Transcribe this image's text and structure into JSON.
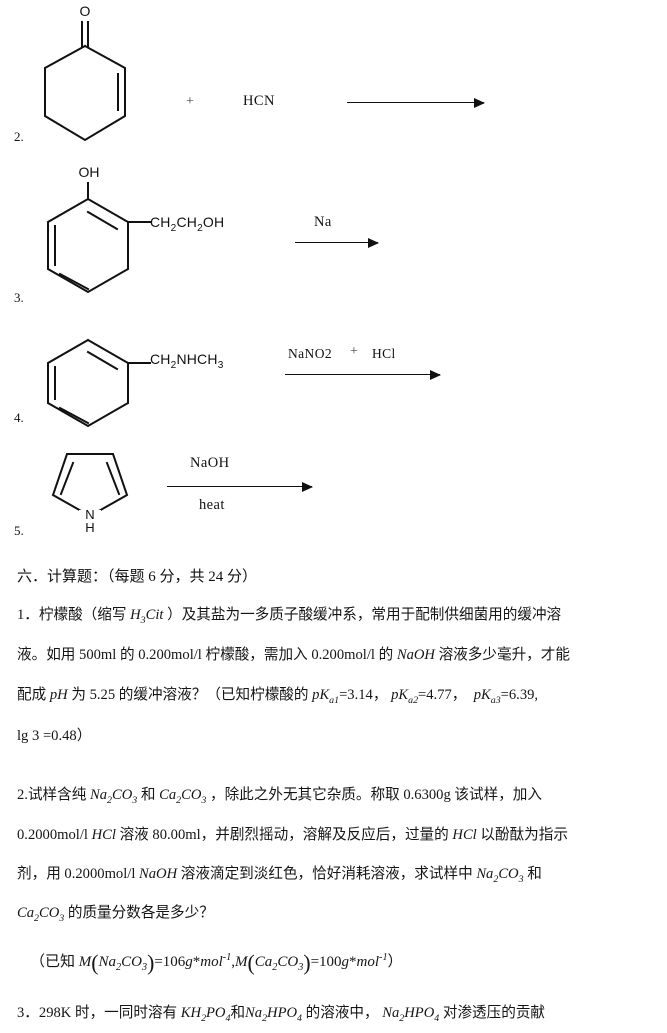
{
  "document": {
    "type": "chemistry-exam-page",
    "language": "zh-CN"
  },
  "reactions": [
    {
      "number": "2.",
      "substrate_name": "cyclohex-2-en-1-one",
      "substrate_labels": {
        "carbonyl_oxygen": "O"
      },
      "plus": "+",
      "reagents_above": "HCN",
      "arrow": "reaction-arrow"
    },
    {
      "number": "3.",
      "substrate_name": "2-(2-hydroxyethyl)phenol",
      "substrate_labels": {
        "hydroxyl": "OH",
        "side_chain": "CH2CH2OH"
      },
      "reagents_above": "Na",
      "arrow": "reaction-arrow"
    },
    {
      "number": "4.",
      "substrate_name": "N-methylbenzylamine",
      "substrate_labels": {
        "side_chain": "CH2NHCH3"
      },
      "reagents_above": "NaNO2",
      "reagents_plus": "+",
      "reagents_above_2": "HCl",
      "arrow": "reaction-arrow"
    },
    {
      "number": "5.",
      "substrate_name": "pyrrole",
      "substrate_labels": {
        "nitrogen": "N",
        "nh_hydrogen": "H"
      },
      "reagents_above": "NaOH",
      "reagents_below": "heat",
      "arrow": "reaction-arrow"
    }
  ],
  "section": {
    "heading": "六．计算题：（每题 6 分，共 24 分）"
  },
  "questions": [
    {
      "number": "1.",
      "lines": [
        {
          "segments": [
            {
              "t": "1．柠檬酸（缩写 "
            },
            {
              "t": "H",
              "style": "italic"
            },
            {
              "t": "3",
              "style": "sub-italic"
            },
            {
              "t": "Cit",
              "style": "italic"
            },
            {
              "t": " ）及其盐为一多质子酸缓冲系，常用于配制供细菌用的缓冲溶"
            }
          ]
        },
        {
          "segments": [
            {
              "t": "液。如用 500ml 的 0.200mol/l 柠檬酸，需加入 0.200mol/l 的 "
            },
            {
              "t": "NaOH",
              "style": "italic"
            },
            {
              "t": " 溶液多少毫升，才能"
            }
          ]
        },
        {
          "segments": [
            {
              "t": "配成 "
            },
            {
              "t": "pH",
              "style": "italic"
            },
            {
              "t": " 为 5.25 的缓冲溶液？（已知柠檬酸的 "
            },
            {
              "t": "pK",
              "style": "italic"
            },
            {
              "t": "a1",
              "style": "sub-italic"
            },
            {
              "t": "=3.14，  "
            },
            {
              "t": "pK",
              "style": "italic"
            },
            {
              "t": "a2",
              "style": "sub-italic"
            },
            {
              "t": "=4.77，   "
            },
            {
              "t": "pK",
              "style": "italic"
            },
            {
              "t": "a3",
              "style": "sub-italic"
            },
            {
              "t": "=6.39,"
            }
          ]
        },
        {
          "segments": [
            {
              "t": "lg 3 =0.48）"
            }
          ]
        }
      ]
    },
    {
      "number": "2.",
      "lines": [
        {
          "segments": [
            {
              "t": "2.试样含纯 "
            },
            {
              "t": "Na",
              "style": "italic"
            },
            {
              "t": "2",
              "style": "sub-italic"
            },
            {
              "t": "CO",
              "style": "italic"
            },
            {
              "t": "3",
              "style": "sub-italic"
            },
            {
              "t": " 和 "
            },
            {
              "t": "Ca",
              "style": "italic"
            },
            {
              "t": "2",
              "style": "sub-italic"
            },
            {
              "t": "CO",
              "style": "italic"
            },
            {
              "t": "3",
              "style": "sub-italic"
            },
            {
              "t": " ，除此之外无其它杂质。称取 0.6300g 该试样，加入"
            }
          ]
        },
        {
          "segments": [
            {
              "t": "0.2000mol/l "
            },
            {
              "t": "HCl",
              "style": "italic"
            },
            {
              "t": " 溶液 80.00ml，并剧烈摇动，溶解及反应后，过量的 "
            },
            {
              "t": "HCl",
              "style": "italic"
            },
            {
              "t": " 以酚酞为指示"
            }
          ]
        },
        {
          "segments": [
            {
              "t": "剂，用 0.2000mol/l "
            },
            {
              "t": "NaOH",
              "style": "italic"
            },
            {
              "t": " 溶液滴定到淡红色，恰好消耗溶液，求试样中 "
            },
            {
              "t": "Na",
              "style": "italic"
            },
            {
              "t": "2",
              "style": "sub-italic"
            },
            {
              "t": "CO",
              "style": "italic"
            },
            {
              "t": "3",
              "style": "sub-italic"
            },
            {
              "t": " 和"
            }
          ]
        },
        {
          "segments": [
            {
              "t": "Ca",
              "style": "italic"
            },
            {
              "t": "2",
              "style": "sub-italic"
            },
            {
              "t": "CO",
              "style": "italic"
            },
            {
              "t": "3",
              "style": "sub-italic"
            },
            {
              "t": " 的质量分数各是多少？"
            }
          ]
        }
      ],
      "given_formula": "（已知 M ( Na2CO3 ) =106g * mol^-1 , M ( Ca2CO3 ) =100g * mol^-1 ）"
    },
    {
      "number": "3.",
      "lines": [
        {
          "segments": [
            {
              "t": "3．298K 时，一同时溶有 "
            },
            {
              "t": "KH",
              "style": "italic"
            },
            {
              "t": "2",
              "style": "sub-italic"
            },
            {
              "t": "PO",
              "style": "italic"
            },
            {
              "t": "4",
              "style": "sub-italic"
            },
            {
              "t": "和",
              "style": "normal"
            },
            {
              "t": "Na",
              "style": "italic"
            },
            {
              "t": "2",
              "style": "sub-italic"
            },
            {
              "t": "HPO",
              "style": "italic"
            },
            {
              "t": "4",
              "style": "sub-italic"
            },
            {
              "t": " 的溶液中，  "
            },
            {
              "t": "Na",
              "style": "italic"
            },
            {
              "t": "2",
              "style": "sub-italic"
            },
            {
              "t": "HPO",
              "style": "italic"
            },
            {
              "t": "4",
              "style": "sub-italic"
            },
            {
              "t": " 对渗透压的贡献"
            }
          ]
        }
      ]
    }
  ],
  "text_lines": {
    "sec_heading": "六．计算题：（每题 6 分，共 24 分）",
    "q1_l1_a": "1．柠檬酸（缩写 ",
    "q1_l1_b": " ）及其盐为一多质子酸缓冲系，常用于配制供细菌用的缓冲溶",
    "q1_l2_a": "液。如用 500ml 的 0.200mol/l 柠檬酸，需加入 0.200mol/l 的 ",
    "q1_l2_b": " 溶液多少毫升，才能",
    "q1_l3_a": "配成 ",
    "q1_l3_b": " 为 5.25 的缓冲溶液？（已知柠檬酸的 ",
    "q1_l4": "lg 3 =0.48）",
    "q2_l1_a": "2.试样含纯 ",
    "q2_l1_mid": " 和 ",
    "q2_l1_b": " ，除此之外无其它杂质。称取 0.6300g 该试样，加入",
    "q2_l2_a": "0.2000mol/l ",
    "q2_l2_b": " 溶液 80.00ml，并剧烈摇动，溶解及反应后，过量的 ",
    "q2_l2_c": " 以酚酞为指示",
    "q2_l3_a": "剂，用 0.2000mol/l ",
    "q2_l3_b": " 溶液滴定到淡红色，恰好消耗溶液，求试样中 ",
    "q2_l3_c": " 和",
    "q2_l4": " 的质量分数各是多少？",
    "q2_given_prefix": "（已知 ",
    "q3_l1_a": "3．298K 时，一同时溶有 ",
    "q3_l1_and": "和",
    "q3_l1_b": " 的溶液中，  ",
    "q3_l1_c": " 对渗透压的贡献"
  },
  "colors": {
    "ink": "#111111",
    "paper": "#ffffff",
    "faint": "#555555"
  }
}
